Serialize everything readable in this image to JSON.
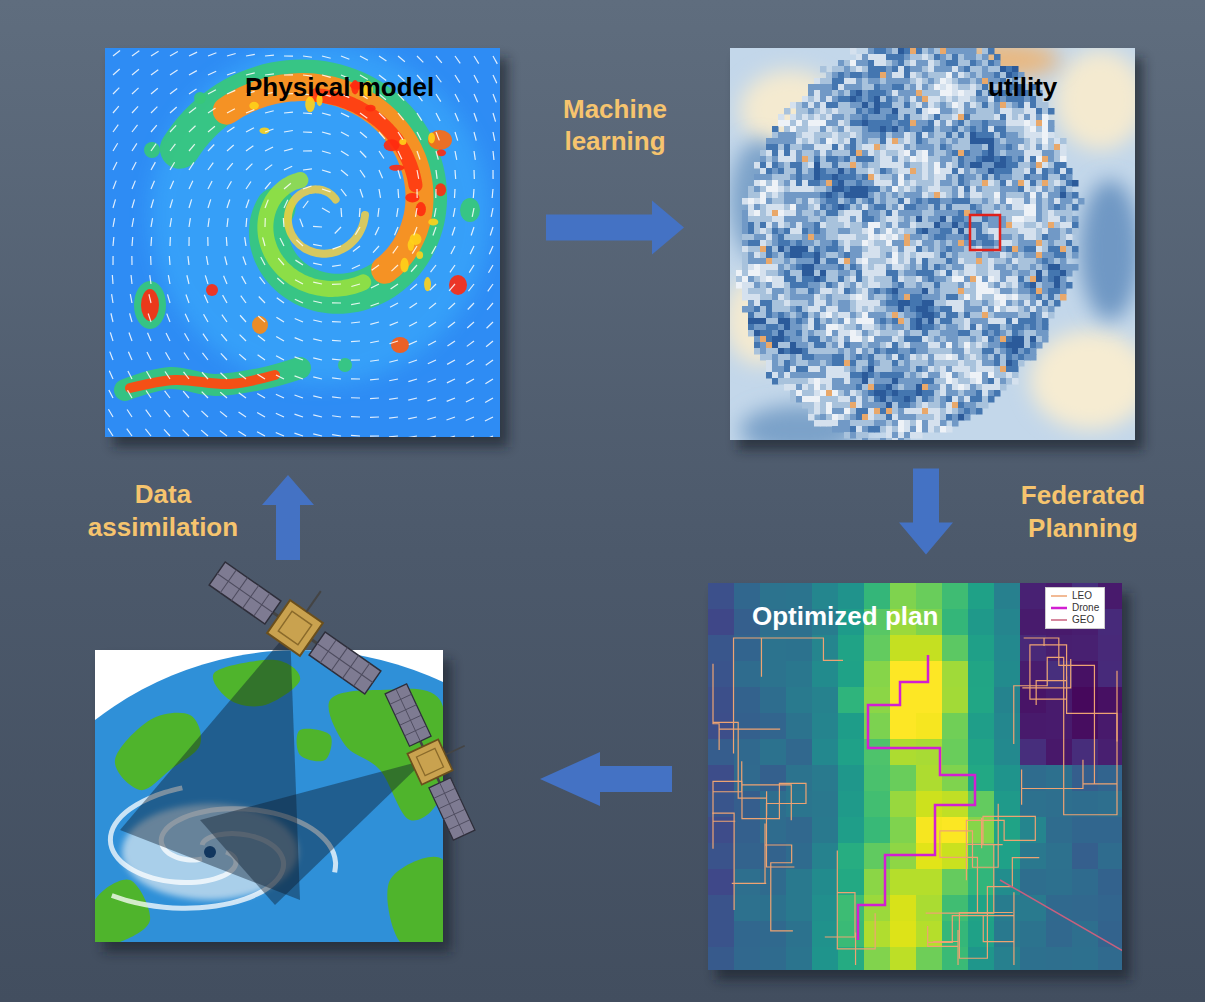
{
  "diagram": {
    "nodes": [
      {
        "text": [
          "Physical model"
        ]
      },
      {
        "text": [
          "utility"
        ]
      },
      {
        "text": [
          "Optimized plan"
        ]
      }
    ],
    "edges": [
      {
        "from": 0,
        "to": 1,
        "arrow": "to",
        "label": "Machine learning"
      },
      {
        "from": 1,
        "to": 2,
        "arrow": "to",
        "label": "Federated Planning"
      }
    ],
    "labels": [
      "Data assimilation"
    ],
    "legend": [
      {
        "text": "LEO"
      },
      {
        "text": "Drone"
      },
      {
        "text": "GEO"
      }
    ]
  }
}
